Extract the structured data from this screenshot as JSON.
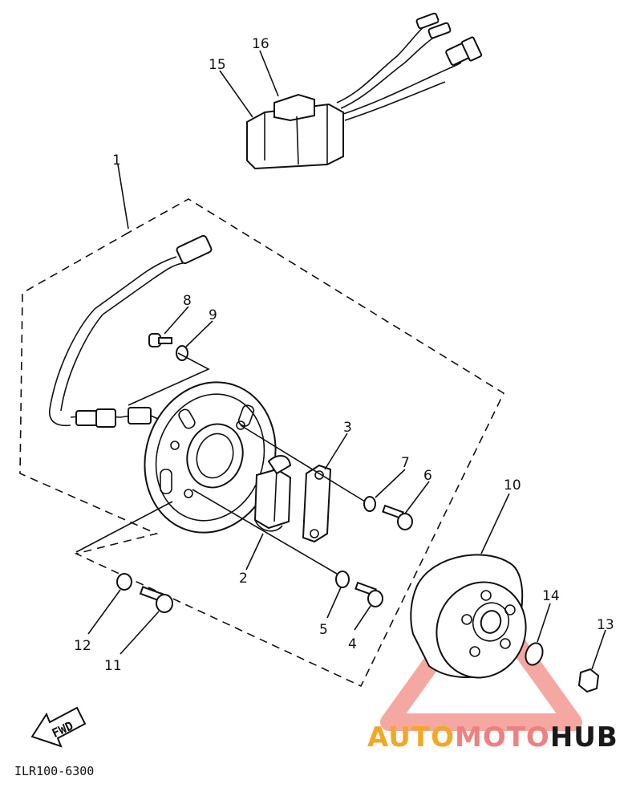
{
  "diagram": {
    "callouts": [
      "1",
      "2",
      "3",
      "4",
      "5",
      "6",
      "7",
      "8",
      "9",
      "10",
      "11",
      "12",
      "13",
      "14",
      "15",
      "16"
    ],
    "fwd_arrow_label": "FWD",
    "drawing_code": "ILR100-6300"
  },
  "watermark": {
    "part1": "AUTO",
    "part2": "MOTO",
    "part3": "HUB",
    "colors": {
      "auto": "#f5a623",
      "moto": "#f08080",
      "hub": "#1a1a1a",
      "triangle": "#f28b82"
    }
  }
}
